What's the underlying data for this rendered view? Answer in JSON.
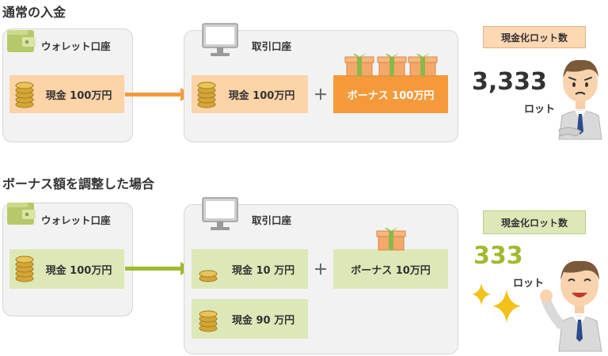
{
  "colors": {
    "orange_accent": "#f59a3b",
    "orange_light": "#fdd3a8",
    "green_accent": "#9fba2f",
    "green_light": "#dde8b8",
    "wallet_green": "#b5c96a",
    "number_dark": "#333333",
    "number_green": "#9fba2f"
  },
  "section1": {
    "title": "通常の入金",
    "wallet": {
      "label": "ウォレット口座",
      "cash": "現金 100万円"
    },
    "trading": {
      "label": "取引口座",
      "cash": "現金 100万円",
      "plus": "＋",
      "bonus": "ボーナス 100万円"
    },
    "result": {
      "badge": "現金化ロット数",
      "number": "3,333",
      "unit": "ロット"
    }
  },
  "section2": {
    "title": "ボーナス額を調整した場合",
    "wallet": {
      "label": "ウォレット口座",
      "cash": "現金 100万円"
    },
    "trading": {
      "label": "取引口座",
      "cash": "現金 10 万円",
      "plus": "＋",
      "bonus": "ボーナス 10万円",
      "cash2": "現金 90 万円"
    },
    "result": {
      "badge": "現金化ロット数",
      "number": "333",
      "unit": "ロット"
    }
  },
  "icons": [
    "wallet-icon",
    "monitor-icon",
    "coin-stack-icon",
    "gift-box-icon",
    "arrow-right-icon",
    "worried-man-icon",
    "happy-man-icon",
    "sparkle-icon"
  ]
}
